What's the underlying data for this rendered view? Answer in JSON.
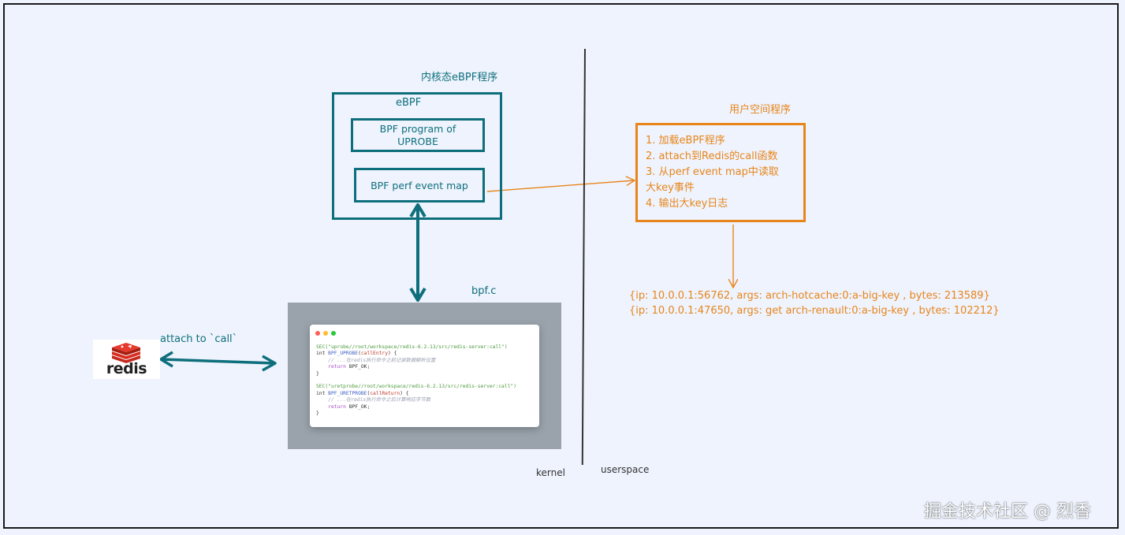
{
  "kernel_section": {
    "title": "内核态eBPF程序",
    "ebpf_label": "eBPF",
    "bpf_program": "BPF program of UPROBE",
    "bpf_perf_map": "BPF perf event map"
  },
  "user_section": {
    "title": "用户空间程序",
    "steps": [
      "1. 加载eBPF程序",
      "2. attach到Redis的call函数",
      "3. 从perf event map中读取",
      "大key事件",
      "4. 输出大key日志"
    ]
  },
  "log_output": [
    "{ip: 10.0.0.1:56762, args: arch-hotcache:0:a-big-key , bytes: 213589}",
    "{ip: 10.0.0.1:47650, args: get arch-renault:0:a-big-key , bytes: 102212}"
  ],
  "bpf_c": {
    "label": "bpf.c",
    "code": {
      "sec1": "SEC(\"uprobe//root/workspace/redis-6.2.13/src/redis-server:call\")",
      "fn1_type": "int ",
      "fn1_name": "BPF_UPROBE",
      "fn1_arg": "callEntry",
      "fn1_tail": ") {",
      "comment1": "// ...在redis执行命令之前记录数据解析位置",
      "ret1_kw": "return ",
      "ret1_val": "BPF_OK",
      "close1": "}",
      "sec2": "SEC(\"uretprobe//root/workspace/redis-6.2.13/src/redis-server:call\")",
      "fn2_type": "int ",
      "fn2_name": "BPF_URETPROBE",
      "fn2_arg": "callReturn",
      "fn2_tail": ") {",
      "comment2": "// ...在redis执行命令之后计算响应字节数",
      "ret2_kw": "return ",
      "ret2_val": "BPF_OK",
      "close2": "}"
    }
  },
  "redis": {
    "logo_text": "redis",
    "attach_label": "attach to `call`"
  },
  "labels": {
    "kernel": "kernel",
    "userspace": "userspace"
  },
  "watermark": "掘金技术社区 @ 烈香",
  "colors": {
    "teal": "#0e6f7c",
    "orange": "#e8851a",
    "background": "#eef3fd",
    "redis_red": "#d82c20"
  }
}
